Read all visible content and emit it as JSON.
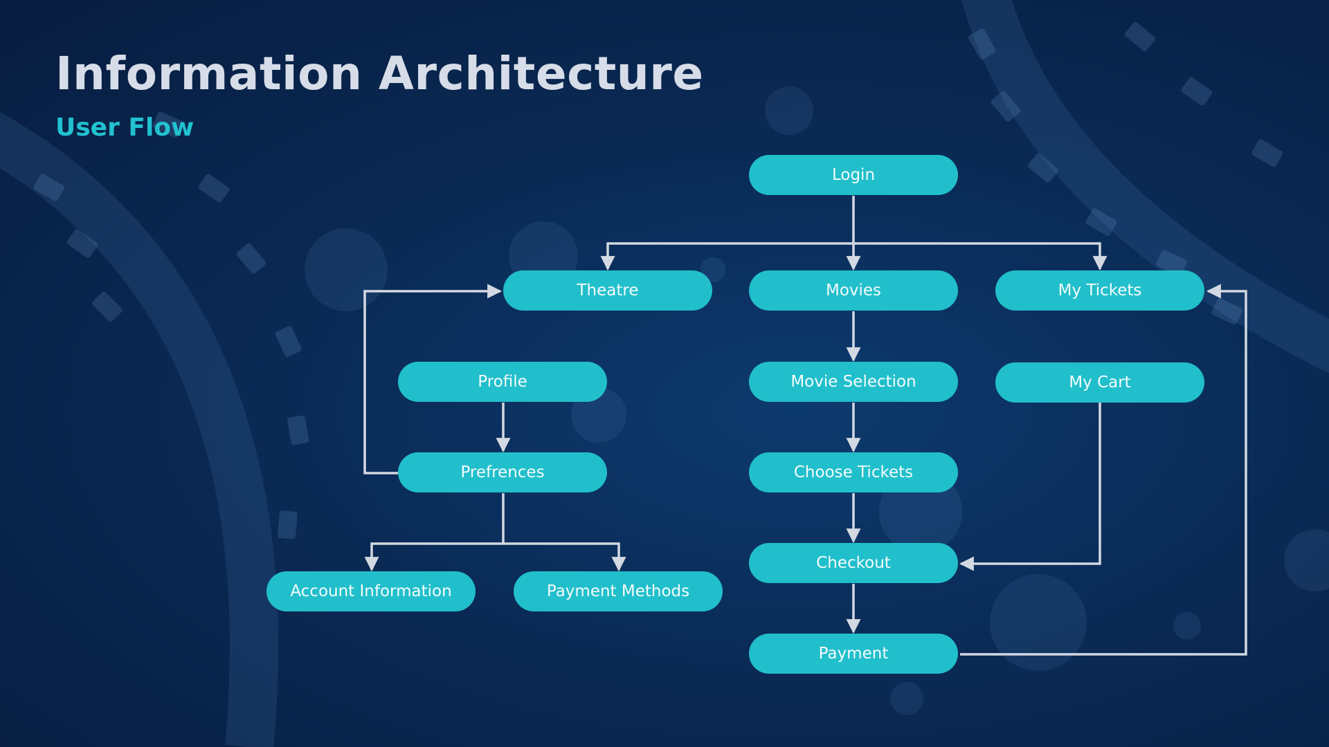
{
  "header": {
    "title": "Information Architecture",
    "subtitle": "User Flow"
  },
  "nodes": {
    "login": "Login",
    "theatre": "Theatre",
    "movies": "Movies",
    "my_tickets": "My Tickets",
    "profile": "Profile",
    "movie_selection": "Movie Selection",
    "my_cart": "My Cart",
    "preferences": "Prefrences",
    "choose_tickets": "Choose Tickets",
    "checkout": "Checkout",
    "account_information": "Account Information",
    "payment_methods": "Payment Methods",
    "payment": "Payment"
  },
  "edges": [
    [
      "login",
      "theatre"
    ],
    [
      "login",
      "movies"
    ],
    [
      "login",
      "my_tickets"
    ],
    [
      "movies",
      "movie_selection"
    ],
    [
      "movie_selection",
      "choose_tickets"
    ],
    [
      "choose_tickets",
      "checkout"
    ],
    [
      "checkout",
      "payment"
    ],
    [
      "profile",
      "preferences"
    ],
    [
      "preferences",
      "theatre"
    ],
    [
      "preferences",
      "account_information"
    ],
    [
      "preferences",
      "payment_methods"
    ],
    [
      "my_cart",
      "checkout"
    ],
    [
      "payment",
      "my_tickets"
    ]
  ],
  "colors": {
    "background": "#0a2a55",
    "node_fill": "#21bfcb",
    "node_text": "#f4fbfc",
    "connector": "#d3d9e2",
    "title": "#d7dde8",
    "subtitle": "#22c1d0"
  }
}
